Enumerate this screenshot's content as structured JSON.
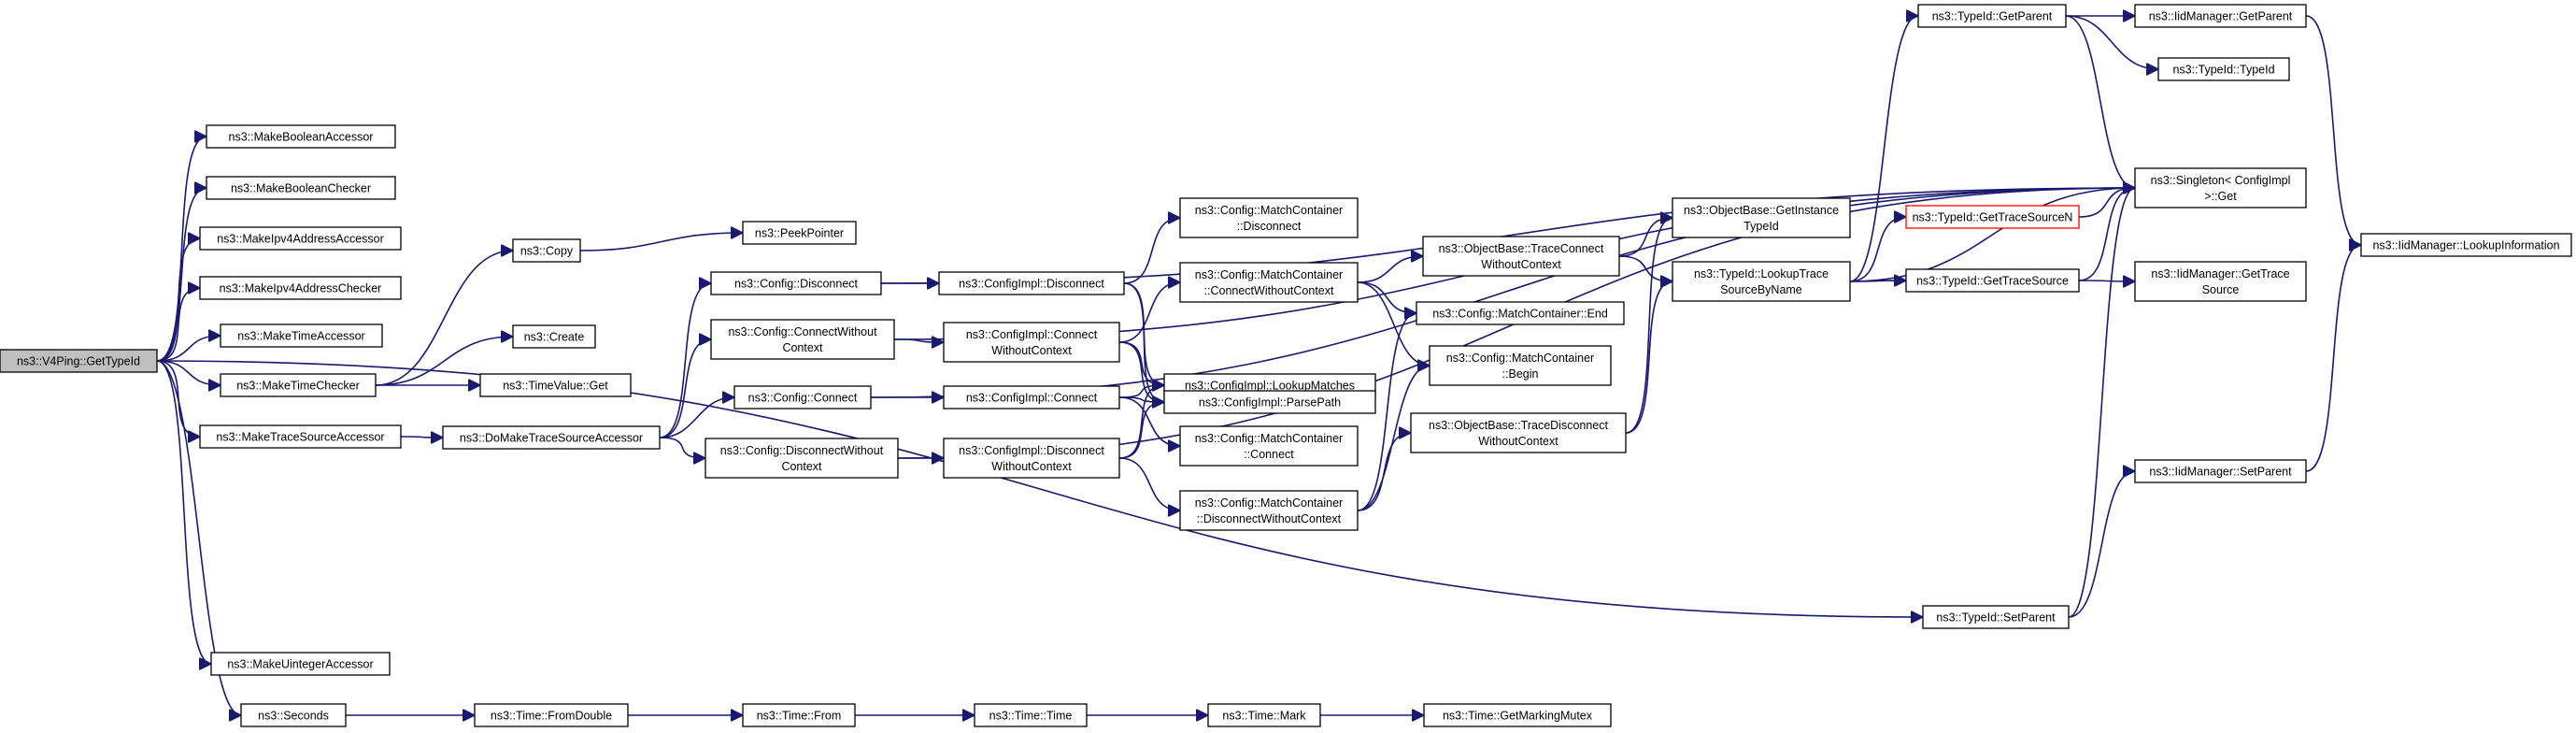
{
  "diagram": {
    "type": "call-graph",
    "colors": {
      "edge": "#191970",
      "root_fill": "#bfbfbf",
      "highlight_border": "#ff0000",
      "node_border": "#000000"
    },
    "nodes": [
      {
        "id": "root",
        "label": [
          "ns3::V4Ping::GetTypeId"
        ],
        "style": "root"
      },
      {
        "id": "mba",
        "label": [
          "ns3::MakeBooleanAccessor"
        ]
      },
      {
        "id": "mbc",
        "label": [
          "ns3::MakeBooleanChecker"
        ]
      },
      {
        "id": "mipa",
        "label": [
          "ns3::MakeIpv4AddressAccessor"
        ]
      },
      {
        "id": "mipc",
        "label": [
          "ns3::MakeIpv4AddressChecker"
        ]
      },
      {
        "id": "mta",
        "label": [
          "ns3::MakeTimeAccessor"
        ]
      },
      {
        "id": "mtc",
        "label": [
          "ns3::MakeTimeChecker"
        ]
      },
      {
        "id": "mtsa",
        "label": [
          "ns3::MakeTraceSourceAccessor"
        ]
      },
      {
        "id": "mua",
        "label": [
          "ns3::MakeUintegerAccessor"
        ]
      },
      {
        "id": "sec",
        "label": [
          "ns3::Seconds"
        ]
      },
      {
        "id": "copy",
        "label": [
          "ns3::Copy"
        ]
      },
      {
        "id": "peek",
        "label": [
          "ns3::PeekPointer"
        ]
      },
      {
        "id": "create",
        "label": [
          "ns3::Create"
        ]
      },
      {
        "id": "tvget",
        "label": [
          "ns3::TimeValue::Get"
        ]
      },
      {
        "id": "dmtsa",
        "label": [
          "ns3::DoMakeTraceSourceAccessor"
        ]
      },
      {
        "id": "cdisc",
        "label": [
          "ns3::Config::Disconnect"
        ]
      },
      {
        "id": "ccwc",
        "label": [
          "ns3::Config::ConnectWithout",
          "Context"
        ]
      },
      {
        "id": "cconn",
        "label": [
          "ns3::Config::Connect"
        ]
      },
      {
        "id": "cdwc",
        "label": [
          "ns3::Config::DisconnectWithout",
          "Context"
        ]
      },
      {
        "id": "cidisc",
        "label": [
          "ns3::ConfigImpl::Disconnect"
        ]
      },
      {
        "id": "cicwc",
        "label": [
          "ns3::ConfigImpl::Connect",
          "WithoutContext"
        ]
      },
      {
        "id": "ciconn",
        "label": [
          "ns3::ConfigImpl::Connect"
        ]
      },
      {
        "id": "cidwc",
        "label": [
          "ns3::ConfigImpl::Disconnect",
          "WithoutContext"
        ]
      },
      {
        "id": "mcdisc",
        "label": [
          "ns3::Config::MatchContainer",
          "::Disconnect"
        ]
      },
      {
        "id": "mccwc",
        "label": [
          "ns3::Config::MatchContainer",
          "::ConnectWithoutContext"
        ]
      },
      {
        "id": "cilm",
        "label": [
          "ns3::ConfigImpl::LookupMatches"
        ]
      },
      {
        "id": "cipp",
        "label": [
          "ns3::ConfigImpl::ParsePath"
        ]
      },
      {
        "id": "mcconn",
        "label": [
          "ns3::Config::MatchContainer",
          "::Connect"
        ]
      },
      {
        "id": "mcdwc",
        "label": [
          "ns3::Config::MatchContainer",
          "::DisconnectWithoutContext"
        ]
      },
      {
        "id": "obtcwc",
        "label": [
          "ns3::ObjectBase::TraceConnect",
          "WithoutContext"
        ]
      },
      {
        "id": "mcend",
        "label": [
          "ns3::Config::MatchContainer::End"
        ]
      },
      {
        "id": "mcbegin",
        "label": [
          "ns3::Config::MatchContainer",
          "::Begin"
        ]
      },
      {
        "id": "obtdwc",
        "label": [
          "ns3::ObjectBase::TraceDisconnect",
          "WithoutContext"
        ]
      },
      {
        "id": "obgit",
        "label": [
          "ns3::ObjectBase::GetInstance",
          "TypeId"
        ]
      },
      {
        "id": "tilts",
        "label": [
          "ns3::TypeId::LookupTrace",
          "SourceByName"
        ]
      },
      {
        "id": "tigp",
        "label": [
          "ns3::TypeId::GetParent"
        ]
      },
      {
        "id": "tigtsn",
        "label": [
          "ns3::TypeId::GetTraceSourceN"
        ],
        "style": "red"
      },
      {
        "id": "tigts",
        "label": [
          "ns3::TypeId::GetTraceSource"
        ]
      },
      {
        "id": "tisp",
        "label": [
          "ns3::TypeId::SetParent"
        ]
      },
      {
        "id": "imgp",
        "label": [
          "ns3::IidManager::GetParent"
        ]
      },
      {
        "id": "titi",
        "label": [
          "ns3::TypeId::TypeId"
        ]
      },
      {
        "id": "single",
        "label": [
          "ns3::Singleton< ConfigImpl",
          " >::Get"
        ]
      },
      {
        "id": "imgts",
        "label": [
          "ns3::IidManager::GetTrace",
          "Source"
        ]
      },
      {
        "id": "imsp",
        "label": [
          "ns3::IidManager::SetParent"
        ]
      },
      {
        "id": "imli",
        "label": [
          "ns3::IidManager::LookupInformation"
        ]
      },
      {
        "id": "tfd",
        "label": [
          "ns3::Time::FromDouble"
        ]
      },
      {
        "id": "tfrom",
        "label": [
          "ns3::Time::From"
        ]
      },
      {
        "id": "ttime",
        "label": [
          "ns3::Time::Time"
        ]
      },
      {
        "id": "tmark",
        "label": [
          "ns3::Time::Mark"
        ]
      },
      {
        "id": "tgmm",
        "label": [
          "ns3::Time::GetMarkingMutex"
        ]
      }
    ],
    "edges": [
      [
        "root",
        "mba"
      ],
      [
        "root",
        "mbc"
      ],
      [
        "root",
        "mipa"
      ],
      [
        "root",
        "mipc"
      ],
      [
        "root",
        "mta"
      ],
      [
        "root",
        "mtc"
      ],
      [
        "root",
        "mtsa"
      ],
      [
        "root",
        "mua"
      ],
      [
        "root",
        "sec"
      ],
      [
        "root",
        "tisp"
      ],
      [
        "mtc",
        "copy"
      ],
      [
        "mtc",
        "create"
      ],
      [
        "mtc",
        "tvget"
      ],
      [
        "copy",
        "peek"
      ],
      [
        "mtsa",
        "dmtsa"
      ],
      [
        "dmtsa",
        "cdisc"
      ],
      [
        "dmtsa",
        "ccwc"
      ],
      [
        "dmtsa",
        "cconn"
      ],
      [
        "dmtsa",
        "cdwc"
      ],
      [
        "cdisc",
        "cidisc"
      ],
      [
        "cdisc",
        "single"
      ],
      [
        "ccwc",
        "cicwc"
      ],
      [
        "ccwc",
        "single"
      ],
      [
        "cconn",
        "ciconn"
      ],
      [
        "cconn",
        "single"
      ],
      [
        "cdwc",
        "cidwc"
      ],
      [
        "cdwc",
        "single"
      ],
      [
        "cidisc",
        "mcdisc"
      ],
      [
        "cidisc",
        "cilm"
      ],
      [
        "cidisc",
        "cipp"
      ],
      [
        "cicwc",
        "mccwc"
      ],
      [
        "cicwc",
        "cilm"
      ],
      [
        "cicwc",
        "cipp"
      ],
      [
        "ciconn",
        "cilm"
      ],
      [
        "ciconn",
        "cipp"
      ],
      [
        "ciconn",
        "mcconn"
      ],
      [
        "cidwc",
        "cilm"
      ],
      [
        "cidwc",
        "cipp"
      ],
      [
        "cidwc",
        "mcdwc"
      ],
      [
        "mccwc",
        "obtcwc"
      ],
      [
        "mccwc",
        "mcend"
      ],
      [
        "mccwc",
        "mcbegin"
      ],
      [
        "mcdwc",
        "mcend"
      ],
      [
        "mcdwc",
        "mcbegin"
      ],
      [
        "mcdwc",
        "obtdwc"
      ],
      [
        "obtcwc",
        "obgit"
      ],
      [
        "obtcwc",
        "tilts"
      ],
      [
        "obtdwc",
        "obgit"
      ],
      [
        "obtdwc",
        "tilts"
      ],
      [
        "tilts",
        "tigp"
      ],
      [
        "tilts",
        "tigtsn"
      ],
      [
        "tilts",
        "tigts"
      ],
      [
        "tilts",
        "single"
      ],
      [
        "tigp",
        "imgp"
      ],
      [
        "tigp",
        "titi"
      ],
      [
        "tigp",
        "single"
      ],
      [
        "imgp",
        "imli"
      ],
      [
        "tigts",
        "imgts"
      ],
      [
        "tigts",
        "single"
      ],
      [
        "tigtsn",
        "single"
      ],
      [
        "tisp",
        "imsp"
      ],
      [
        "tisp",
        "single"
      ],
      [
        "imsp",
        "imli"
      ],
      [
        "sec",
        "tfd"
      ],
      [
        "tfd",
        "tfrom"
      ],
      [
        "tfrom",
        "ttime"
      ],
      [
        "ttime",
        "tmark"
      ],
      [
        "tmark",
        "tgmm"
      ]
    ]
  }
}
